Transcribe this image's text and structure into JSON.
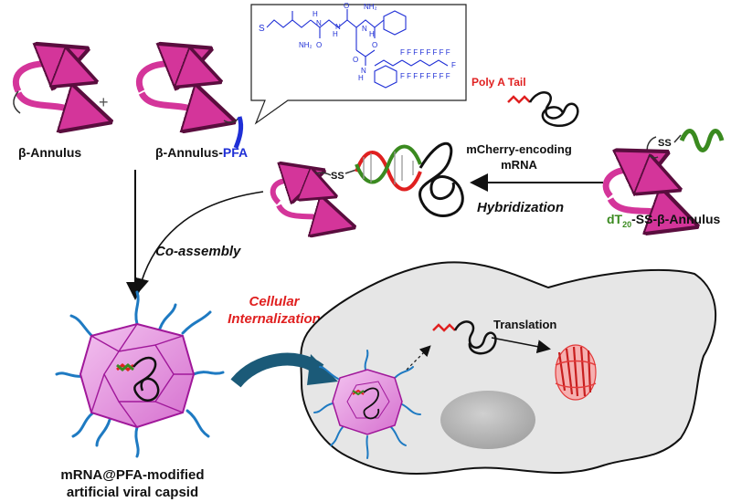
{
  "labels": {
    "beta_annulus": "β-Annulus",
    "beta_annulus_pfa_prefix": "β-Annulus-",
    "beta_annulus_pfa_suffix": "PFA",
    "plus": "+",
    "poly_a_tail": "Poly A Tail",
    "mcherry_line1": "mCherry-encoding",
    "mcherry_line2": "mRNA",
    "hybridization": "Hybridization",
    "dt_prefix": "dT",
    "dt_sub": "20",
    "dt_suffix": "-SS-β-Annulus",
    "ss": "SS",
    "ss_right": "SS",
    "co_assembly": "Co-assembly",
    "cellular_line1": "Cellular",
    "cellular_line2": "Internalization",
    "translation": "Translation",
    "capsid_line1": "mRNA@PFA-modified",
    "capsid_line2": "artificial viral capsid"
  },
  "chem": {
    "s": "S",
    "nh2": "NH₂",
    "h1": "H",
    "n1": "N",
    "h2": "H",
    "n2": "N",
    "o": "O",
    "nh2b": "NH₂",
    "o2": "O",
    "h3": "H",
    "n3": "N",
    "o3": "O",
    "o4": "O",
    "n4": "N",
    "h4": "H",
    "f_chain": "F F F F F F F F",
    "f_chain2": "F F F F F F F F",
    "f_end": "F"
  },
  "colors": {
    "annulus": "#d4359a",
    "annulus_dark": "#5a0d3e",
    "pfa_tail": "#1f2fd6",
    "poly_a": "#e02020",
    "dna_green": "#3a8a1f",
    "capsid_fill": "#e69ae0",
    "capsid_stroke": "#a0189a",
    "cell_fill": "#e6e6e6",
    "nucleus": "#bdbdbd",
    "curved_arrow": "#1b5a78",
    "protein": "#e23a3a"
  }
}
